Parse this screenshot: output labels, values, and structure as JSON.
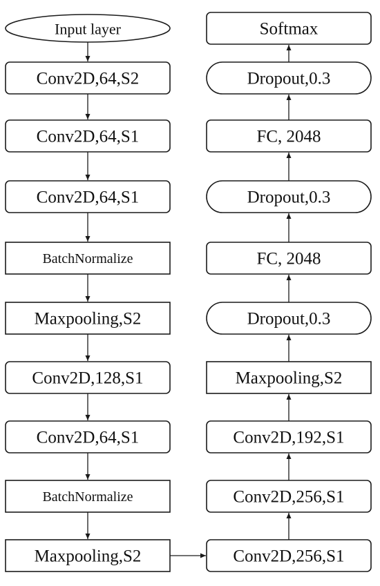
{
  "left_column": [
    {
      "id": "input-layer",
      "label": "Input layer",
      "shape": "ellipse"
    },
    {
      "id": "conv2d-64-s2",
      "label": "Conv2D,64,S2",
      "shape": "rounded"
    },
    {
      "id": "conv2d-64-s1-a",
      "label": "Conv2D,64,S1",
      "shape": "rounded"
    },
    {
      "id": "conv2d-64-s1-b",
      "label": "Conv2D,64,S1",
      "shape": "rounded"
    },
    {
      "id": "batchnormalize-a",
      "label": "BatchNormalize",
      "shape": "rect"
    },
    {
      "id": "maxpooling-s2-a",
      "label": "Maxpooling,S2",
      "shape": "rect"
    },
    {
      "id": "conv2d-128-s1",
      "label": "Conv2D,128,S1",
      "shape": "rounded"
    },
    {
      "id": "conv2d-64-s1-c",
      "label": "Conv2D,64,S1",
      "shape": "rounded"
    },
    {
      "id": "batchnormalize-b",
      "label": "BatchNormalize",
      "shape": "rect"
    },
    {
      "id": "maxpooling-s2-b",
      "label": "Maxpooling,S2",
      "shape": "rect"
    }
  ],
  "right_column": [
    {
      "id": "softmax",
      "label": "Softmax",
      "shape": "rounded"
    },
    {
      "id": "dropout-a",
      "label": "Dropout,0.3",
      "shape": "stadium"
    },
    {
      "id": "fc-2048-a",
      "label": "FC, 2048",
      "shape": "rounded"
    },
    {
      "id": "dropout-b",
      "label": "Dropout,0.3",
      "shape": "stadium"
    },
    {
      "id": "fc-2048-b",
      "label": "FC, 2048",
      "shape": "rounded"
    },
    {
      "id": "dropout-c",
      "label": "Dropout,0.3",
      "shape": "stadium"
    },
    {
      "id": "maxpooling-s2-c",
      "label": "Maxpooling,S2",
      "shape": "rect"
    },
    {
      "id": "conv2d-192-s1",
      "label": "Conv2D,192,S1",
      "shape": "rounded"
    },
    {
      "id": "conv2d-256-s1-a",
      "label": "Conv2D,256,S1",
      "shape": "rounded"
    },
    {
      "id": "conv2d-256-s1-b",
      "label": "Conv2D,256,S1",
      "shape": "rounded"
    }
  ],
  "edges": [
    [
      "input-layer",
      "conv2d-64-s2"
    ],
    [
      "conv2d-64-s2",
      "conv2d-64-s1-a"
    ],
    [
      "conv2d-64-s1-a",
      "conv2d-64-s1-b"
    ],
    [
      "conv2d-64-s1-b",
      "batchnormalize-a"
    ],
    [
      "batchnormalize-a",
      "maxpooling-s2-a"
    ],
    [
      "maxpooling-s2-a",
      "conv2d-128-s1"
    ],
    [
      "conv2d-128-s1",
      "conv2d-64-s1-c"
    ],
    [
      "conv2d-64-s1-c",
      "batchnormalize-b"
    ],
    [
      "batchnormalize-b",
      "maxpooling-s2-b"
    ],
    [
      "maxpooling-s2-b",
      "conv2d-256-s1-b"
    ],
    [
      "conv2d-256-s1-b",
      "conv2d-256-s1-a"
    ],
    [
      "conv2d-256-s1-a",
      "conv2d-192-s1"
    ],
    [
      "conv2d-192-s1",
      "maxpooling-s2-c"
    ],
    [
      "maxpooling-s2-c",
      "dropout-c"
    ],
    [
      "dropout-c",
      "fc-2048-b"
    ],
    [
      "fc-2048-b",
      "dropout-b"
    ],
    [
      "dropout-b",
      "fc-2048-a"
    ],
    [
      "fc-2048-a",
      "dropout-a"
    ],
    [
      "dropout-a",
      "softmax"
    ]
  ]
}
